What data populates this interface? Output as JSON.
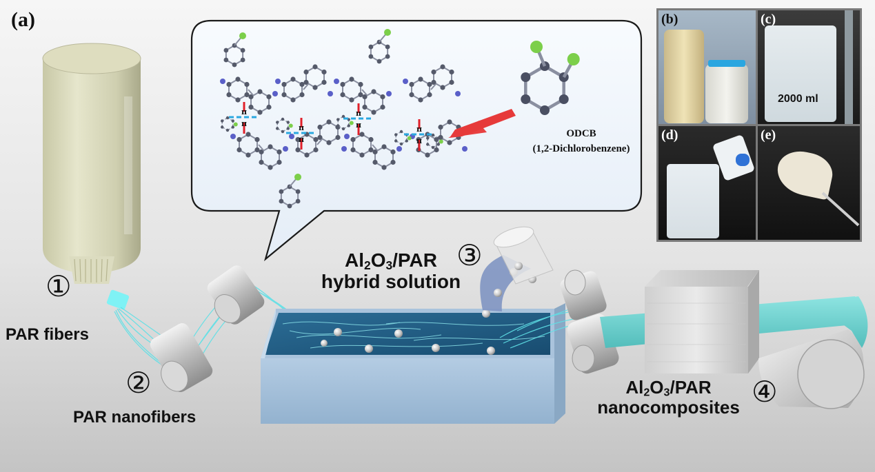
{
  "panel_label": "(a)",
  "steps": {
    "s1": "①",
    "s2": "②",
    "s3": "③",
    "s4": "④"
  },
  "labels": {
    "par_fibers": "PAR fibers",
    "par_nanofibers": "PAR nanofibers",
    "hybrid_a": "Al",
    "hybrid_sub1": "2",
    "hybrid_b": "O",
    "hybrid_sub2": "3",
    "hybrid_c": "/PAR",
    "hybrid_line2": "hybrid solution",
    "comp_a": "Al",
    "comp_sub1": "2",
    "comp_b": "O",
    "comp_sub2": "3",
    "comp_c": "/PAR",
    "comp_line2": "nanocomposites"
  },
  "molecule": {
    "name": "ODCB",
    "full_name": "(1,2-Dichlorobenzene)",
    "pi_symbol": "π"
  },
  "photos": {
    "b": "(b)",
    "c": "(c)",
    "d": "(d)",
    "e": "(e)",
    "volume": "2000 ml"
  },
  "colors": {
    "background_top": "#f4f4f4",
    "background_bottom": "#c9c9c9",
    "fiber_cyan": "#5fe0e6",
    "film_teal": "#6fd3d0",
    "tank_blue": "#a9c4de",
    "solution_blue": "#1f5b84",
    "pi_red": "#e0202a",
    "pi_dash_blue": "#2aa8e0",
    "chlorine_green": "#7ccf4a",
    "nitrogen_blue": "#5a5fc8",
    "carbon_gray": "#555a6a"
  }
}
